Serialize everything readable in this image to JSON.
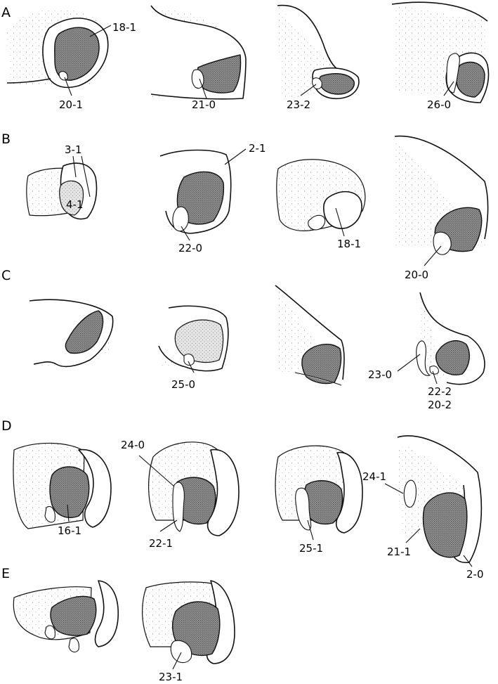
{
  "rows": [
    {
      "letter": "A",
      "labels": [
        "18-1",
        "20-1",
        "21-0",
        "23-2",
        "26-0"
      ]
    },
    {
      "letter": "B",
      "labels": [
        "3-1",
        "4-1",
        "2-1",
        "22-0",
        "18-1",
        "20-0"
      ]
    },
    {
      "letter": "C",
      "labels": [
        "25-0",
        "23-0",
        "22-2",
        "20-2"
      ]
    },
    {
      "letter": "D",
      "labels": [
        "24-0",
        "16-1",
        "22-1",
        "25-1",
        "24-1",
        "21-1",
        "2-0"
      ]
    },
    {
      "letter": "E",
      "labels": [
        "23-1"
      ]
    }
  ]
}
